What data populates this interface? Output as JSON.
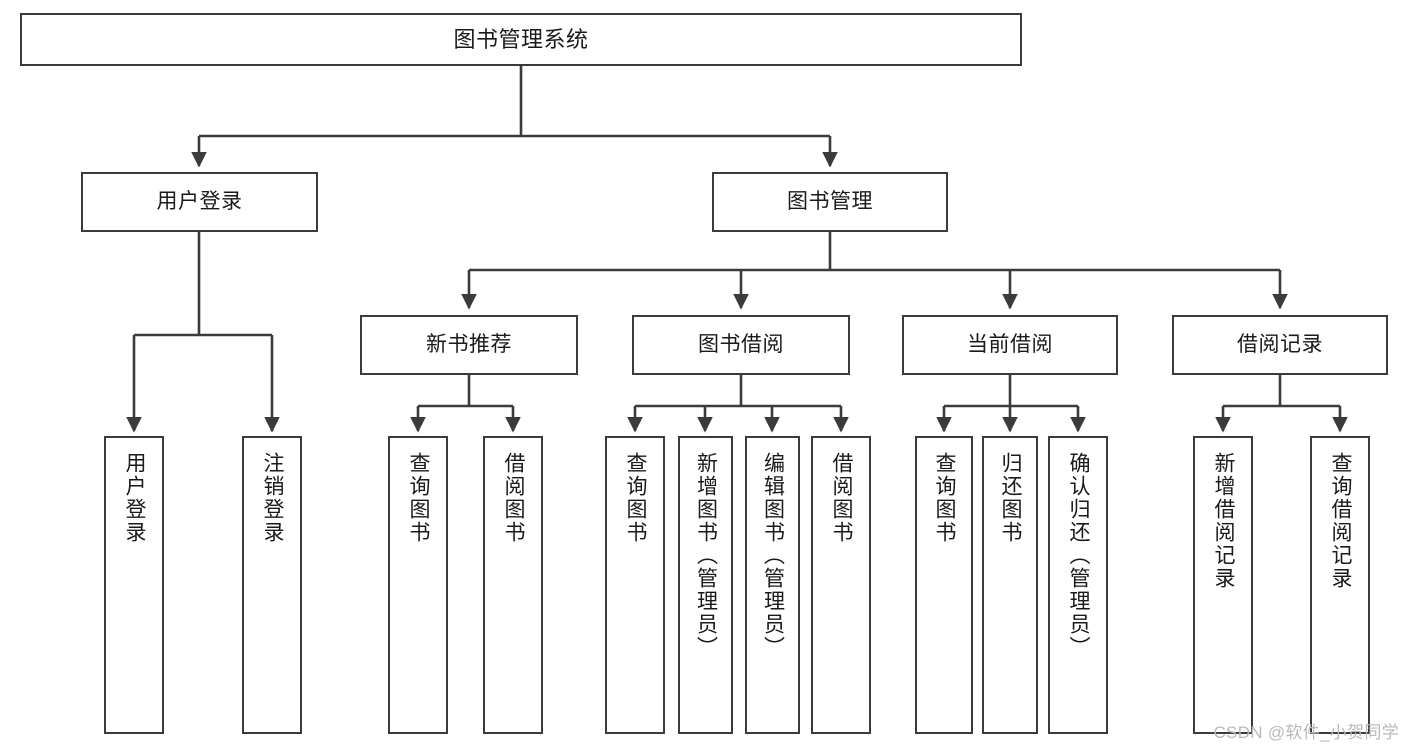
{
  "diagram": {
    "type": "tree-hierarchy",
    "title": "图书管理系统",
    "orientation": "top-down",
    "colors": {
      "background": "#ffffff",
      "box_border": "#3b3b3b",
      "box_fill": "#ffffff",
      "connector": "#3b3b3b",
      "text": "#1a1a1a",
      "watermark": "#b9b9b9"
    },
    "root": {
      "label": "图书管理系统"
    },
    "branches": [
      {
        "id": "user-login",
        "label": "用户登录"
      },
      {
        "id": "book-manage",
        "label": "图书管理"
      }
    ],
    "groups": [
      {
        "id": "new-book-rec",
        "label": "新书推荐"
      },
      {
        "id": "book-borrow",
        "label": "图书借阅"
      },
      {
        "id": "current-borrow",
        "label": "当前借阅"
      },
      {
        "id": "borrow-record",
        "label": "借阅记录"
      }
    ],
    "leaves": {
      "user_login": [
        {
          "id": "leaf-user-login",
          "label": "用户登录"
        },
        {
          "id": "leaf-logout-login",
          "label": "注销登录"
        }
      ],
      "new_book_rec": [
        {
          "id": "leaf-query-book-1",
          "label": "查询图书"
        },
        {
          "id": "leaf-borrow-book-1",
          "label": "借阅图书"
        }
      ],
      "book_borrow": [
        {
          "id": "leaf-query-book-2",
          "label": "查询图书"
        },
        {
          "id": "leaf-add-book",
          "label": "新增图书（管理员）"
        },
        {
          "id": "leaf-edit-book",
          "label": "编辑图书（管理员）"
        },
        {
          "id": "leaf-borrow-book-2",
          "label": "借阅图书"
        }
      ],
      "current_borrow": [
        {
          "id": "leaf-query-book-3",
          "label": "查询图书"
        },
        {
          "id": "leaf-return-book",
          "label": "归还图书"
        },
        {
          "id": "leaf-confirm-return",
          "label": "确认归还（管理员）"
        }
      ],
      "borrow_record": [
        {
          "id": "leaf-add-record",
          "label": "新增借阅记录"
        },
        {
          "id": "leaf-query-record",
          "label": "查询借阅记录"
        }
      ]
    }
  },
  "watermark": {
    "text": "CSDN @软件_小贺同学"
  }
}
